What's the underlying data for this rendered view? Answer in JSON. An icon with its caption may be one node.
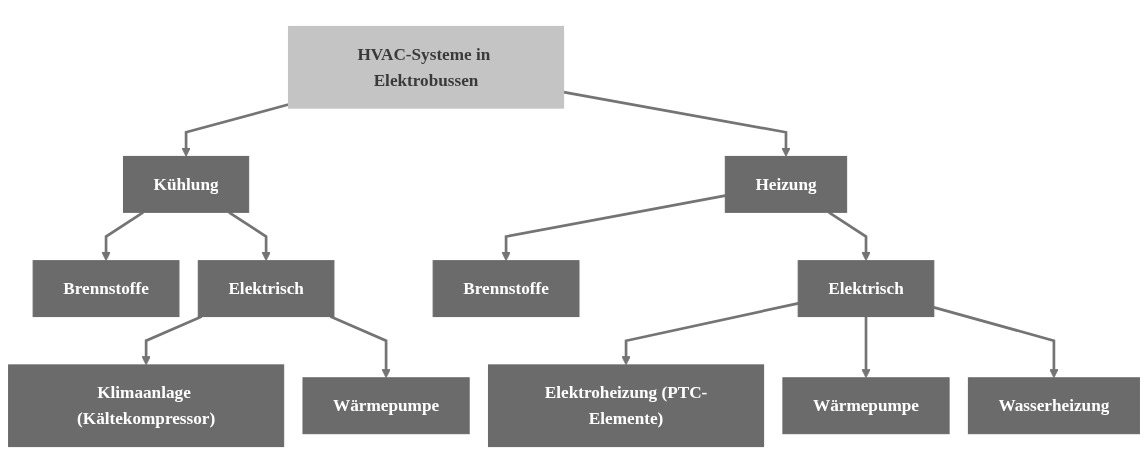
{
  "diagram": {
    "nodes": [
      {
        "text": [
          "HVAC-Systeme in Elektrobussen"
        ]
      },
      {
        "text": [
          "Kühlung"
        ]
      },
      {
        "text": [
          "Heizung"
        ]
      },
      {
        "text": [
          "Brennstoffe"
        ]
      },
      {
        "text": [
          "Elektrisch"
        ]
      },
      {
        "text": [
          "Klimaanlage (Kältekompressor)"
        ]
      },
      {
        "text": [
          "Wärmepumpe"
        ]
      },
      {
        "text": [
          "Brennstoffe"
        ]
      },
      {
        "text": [
          "Elektrisch"
        ]
      },
      {
        "text": [
          "Elektroheizung (PTC-Elemente)"
        ]
      },
      {
        "text": [
          "Wärmepumpe"
        ]
      },
      {
        "text": [
          "Wasserheizung"
        ]
      }
    ],
    "edges": [
      {
        "from": 0,
        "to": 1,
        "arrow": "to"
      },
      {
        "from": 0,
        "to": 2,
        "arrow": "to"
      },
      {
        "from": 1,
        "to": 3,
        "arrow": "to"
      },
      {
        "from": 1,
        "to": 4,
        "arrow": "to"
      },
      {
        "from": 4,
        "to": 5,
        "arrow": "to"
      },
      {
        "from": 4,
        "to": 6,
        "arrow": "to"
      },
      {
        "from": 2,
        "to": 7,
        "arrow": "to"
      },
      {
        "from": 2,
        "to": 8,
        "arrow": "to"
      },
      {
        "from": 8,
        "to": 9,
        "arrow": "to"
      },
      {
        "from": 8,
        "to": 10,
        "arrow": "to"
      },
      {
        "from": 8,
        "to": 11,
        "arrow": "to"
      }
    ]
  }
}
